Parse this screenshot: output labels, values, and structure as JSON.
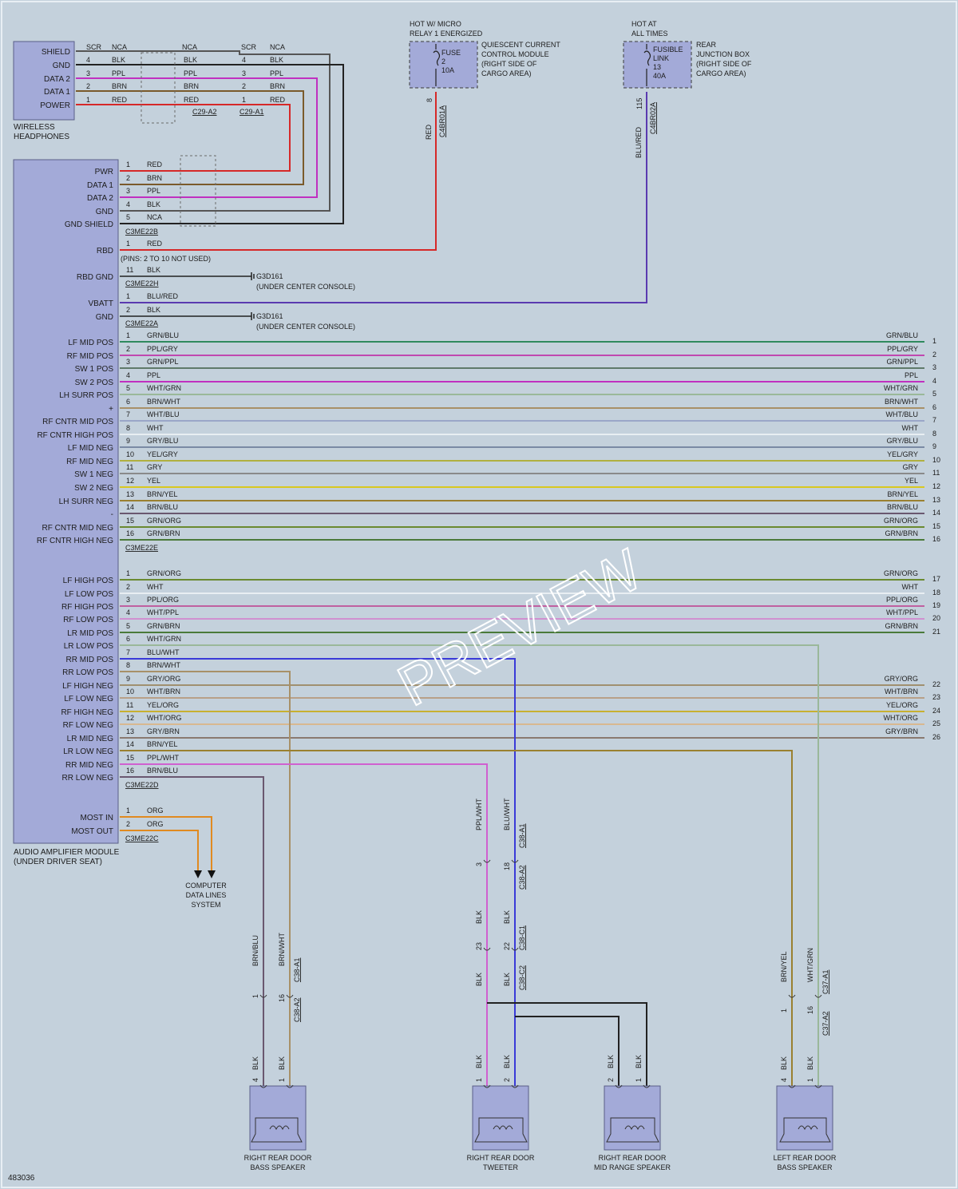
{
  "colors": {
    "RED": "#d62828",
    "BRN": "#7a5a2b",
    "PPL": "#c030c0",
    "BLK": "#222222",
    "NCA": "#555555",
    "BLU/RED": "#5a3ab0",
    "GRN/BLU": "#2f8a5e",
    "PPL/GRY": "#c048b0",
    "GRN/PPL": "#5f7a6a",
    "WHT/GRN": "#9ab89a",
    "BRN/WHT": "#a89068",
    "WHT/BLU": "#9aa6c8",
    "WHT": "#e8eef2",
    "GRY/BLU": "#7a8aa4",
    "YEL/GRY": "#b0b040",
    "GRY": "#8a8a8a",
    "YEL": "#d8c820",
    "BRN/YEL": "#9a8030",
    "BRN/BLU": "#6a5870",
    "GRN/ORG": "#6a8a30",
    "GRN/BRN": "#4a7a3a",
    "PPL/ORG": "#c060a0",
    "WHT/PPL": "#d090d0",
    "BLU/WHT": "#3a3ad8",
    "GRY/ORG": "#a09070",
    "WHT/BRN": "#b8a088",
    "YEL/ORG": "#c8b030",
    "WHT/ORG": "#d8b890",
    "GRY/BRN": "#8a7a70",
    "PPL/WHT": "#d060d0",
    "ORG": "#e08a20"
  },
  "headphones": {
    "pins": [
      "SHIELD",
      "GND",
      "DATA 2",
      "DATA 1",
      "POWER"
    ],
    "name": "WIRELESS\nHEADPHONES",
    "conn_a": "C29-A2",
    "conn_b": "C29-A1",
    "scr": "SCR",
    "wires": [
      {
        "pin": "4",
        "color": "BLK"
      },
      {
        "pin": "3",
        "color": "PPL"
      },
      {
        "pin": "2",
        "color": "BRN"
      },
      {
        "pin": "1",
        "color": "RED"
      }
    ],
    "nca": "NCA"
  },
  "module": {
    "name": "AUDIO AMPLIFIER MODULE\n(UNDER DRIVER SEAT)",
    "pins_note": "(PINS: 2 TO 10 NOT USED)"
  },
  "groups": [
    {
      "conn": "C3ME22B",
      "rows": [
        [
          "PWR",
          "1",
          "RED"
        ],
        [
          "DATA 1",
          "2",
          "BRN"
        ],
        [
          "DATA 2",
          "3",
          "PPL"
        ],
        [
          "GND",
          "4",
          "BLK"
        ],
        [
          "GND SHIELD",
          "5",
          "NCA"
        ]
      ]
    },
    {
      "conn": "",
      "rows": [
        [
          "RBD",
          "1",
          "RED"
        ]
      ]
    },
    {
      "conn": "C3ME22H",
      "rows": [
        [
          "RBD GND",
          "11",
          "BLK"
        ]
      ]
    },
    {
      "conn": "C3ME22A",
      "rows": [
        [
          "VBATT",
          "1",
          "BLU/RED"
        ],
        [
          "GND",
          "2",
          "BLK"
        ]
      ]
    },
    {
      "conn": "C3ME22E",
      "rows": [
        [
          "LF MID POS",
          "1",
          "GRN/BLU",
          "1"
        ],
        [
          "RF MID POS",
          "2",
          "PPL/GRY",
          "2"
        ],
        [
          "SW 1 POS",
          "3",
          "GRN/PPL",
          "3"
        ],
        [
          "SW 2 POS",
          "4",
          "PPL",
          "4"
        ],
        [
          "LH SURR POS",
          "5",
          "WHT/GRN",
          "5"
        ],
        [
          "+",
          "6",
          "BRN/WHT",
          "6"
        ],
        [
          "RF CNTR MID POS",
          "7",
          "WHT/BLU",
          "7"
        ],
        [
          "RF CNTR HIGH POS",
          "8",
          "WHT",
          "8"
        ],
        [
          "LF MID NEG",
          "9",
          "GRY/BLU",
          "9"
        ],
        [
          "RF MID NEG",
          "10",
          "YEL/GRY",
          "10"
        ],
        [
          "SW 1 NEG",
          "11",
          "GRY",
          "11"
        ],
        [
          "SW 2 NEG",
          "12",
          "YEL",
          "12"
        ],
        [
          "LH SURR NEG",
          "13",
          "BRN/YEL",
          "13"
        ],
        [
          "-",
          "14",
          "BRN/BLU",
          "14"
        ],
        [
          "RF CNTR MID NEG",
          "15",
          "GRN/ORG",
          "15"
        ],
        [
          "RF CNTR HIGH NEG",
          "16",
          "GRN/BRN",
          "16"
        ]
      ]
    },
    {
      "conn": "C3ME22D",
      "rows": [
        [
          "LF HIGH POS",
          "1",
          "GRN/ORG",
          "17"
        ],
        [
          "LF LOW POS",
          "2",
          "WHT",
          "18"
        ],
        [
          "RF HIGH POS",
          "3",
          "PPL/ORG",
          "19"
        ],
        [
          "RF LOW POS",
          "4",
          "WHT/PPL",
          "20"
        ],
        [
          "LR MID POS",
          "5",
          "GRN/BRN",
          "21"
        ],
        [
          "LR LOW POS",
          "6",
          "WHT/GRN",
          ""
        ],
        [
          "RR MID POS",
          "7",
          "BLU/WHT",
          ""
        ],
        [
          "RR LOW POS",
          "8",
          "BRN/WHT",
          ""
        ],
        [
          "LF HIGH NEG",
          "9",
          "GRY/ORG",
          "22"
        ],
        [
          "LF LOW NEG",
          "10",
          "WHT/BRN",
          "23"
        ],
        [
          "RF HIGH NEG",
          "11",
          "YEL/ORG",
          "24"
        ],
        [
          "RF LOW NEG",
          "12",
          "WHT/ORG",
          "25"
        ],
        [
          "LR MID NEG",
          "13",
          "GRY/BRN",
          "26"
        ],
        [
          "LR LOW NEG",
          "14",
          "BRN/YEL",
          ""
        ],
        [
          "RR MID NEG",
          "15",
          "PPL/WHT",
          ""
        ],
        [
          "RR LOW NEG",
          "16",
          "BRN/BLU",
          ""
        ]
      ]
    },
    {
      "conn": "C3ME22C",
      "rows": [
        [
          "MOST IN",
          "1",
          "ORG"
        ],
        [
          "MOST OUT",
          "2",
          "ORG"
        ]
      ]
    }
  ],
  "quiescent": {
    "hot": "HOT W/ MICRO\nRELAY 1 ENERGIZED",
    "fuse": "FUSE\n2\n10A",
    "name": "QUIESCENT CURRENT\nCONTROL MODULE\n(RIGHT SIDE OF\nCARGO AREA)",
    "pin": "8",
    "conn": "C4BR01A",
    "wire": "RED"
  },
  "rjb": {
    "hot": "HOT AT\nALL TIMES",
    "fuse": "FUSIBLE\nLINK\n13\n40A",
    "name": "REAR\nJUNCTION BOX\n(RIGHT SIDE OF\nCARGO AREA)",
    "pin": "115",
    "conn": "C4BR02A",
    "wire": "BLU/RED"
  },
  "grounds": [
    {
      "id": "G3D161",
      "loc": "(UNDER CENTER CONSOLE)"
    },
    {
      "id": "G3D161",
      "loc": "(UNDER CENTER CONSOLE)"
    }
  ],
  "computer": "COMPUTER\nDATA LINES\nSYSTEM",
  "speakers": [
    {
      "name": "RIGHT REAR DOOR\nBASS SPEAKER",
      "pins": [
        "4",
        "1"
      ]
    },
    {
      "name": "RIGHT REAR DOOR\nTWEETER",
      "pins": [
        "1",
        "2"
      ]
    },
    {
      "name": "RIGHT REAR DOOR\nMID RANGE SPEAKER",
      "pins": [
        "2",
        "1"
      ]
    },
    {
      "name": "LEFT REAR DOOR\nBASS SPEAKER",
      "pins": [
        "4",
        "1"
      ]
    }
  ],
  "inline": {
    "bass_r": {
      "w1": "BRN/BLU",
      "w2": "BRN/WHT",
      "pins": [
        "1",
        "16"
      ],
      "c_top": "C38-A1",
      "c_bot": "C38-A2",
      "blk": "BLK"
    },
    "tweet": {
      "w1": "PPL/WHT",
      "w2": "BLU/WHT",
      "pins_a": [
        "3",
        "18"
      ],
      "c_a1": "C38-A1",
      "c_a2": "C38-A2",
      "pins_c": [
        "23",
        "22"
      ],
      "c_c1": "C38-C1",
      "c_c2": "C38-C2",
      "blk": "BLK"
    },
    "bass_l": {
      "w1": "BRN/YEL",
      "w2": "WHT/GRN",
      "pins": [
        "1",
        "16"
      ],
      "c_top": "C37-A1",
      "c_bot": "C37-A2",
      "blk": "BLK"
    }
  },
  "watermark": "PREVIEW",
  "doc_id": "483036"
}
